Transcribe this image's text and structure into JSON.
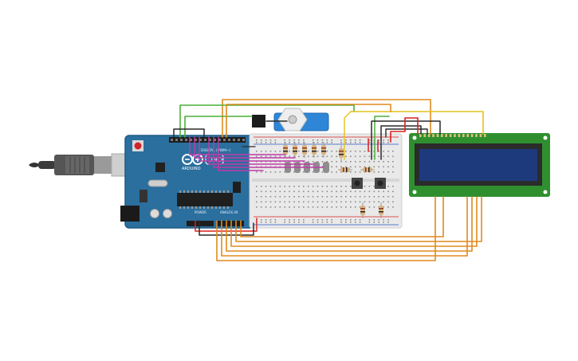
{
  "arduino": {
    "brand_text": "ARDUINO",
    "model_text": "UNO",
    "digital_header_text": "DIGITAL (PWM~)",
    "power_header_text": "POWER",
    "analog_header_text": "ANALOG IN",
    "board_color": "#2a6f9e",
    "board_dark_color": "#1f5a84"
  },
  "colors": {
    "wire_orange": "#e08a1e",
    "wire_green": "#4caf3a",
    "wire_yellow": "#e4c21c",
    "wire_red": "#d8201e",
    "wire_black": "#2a2a2a",
    "wire_magenta": "#c03aa8",
    "lcd_board": "#2f8f2f",
    "lcd_screen": "#1d3a7c",
    "servo_body": "#2f86d6",
    "breadboard": "#e9e9e9"
  },
  "components": {
    "lcd": "lcd-16x2",
    "servo": "micro-servo",
    "buttons": "pushbutton",
    "resistors": "resistor",
    "usb_cable": "usb-b-cable",
    "breadboard": "half-breadboard"
  }
}
